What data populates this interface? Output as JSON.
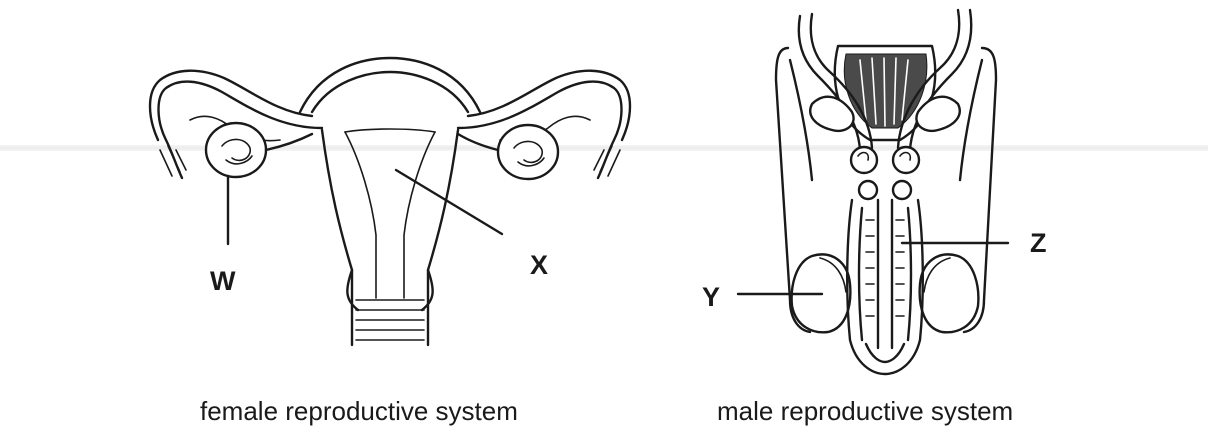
{
  "diagrams": {
    "female": {
      "caption": "female reproductive system",
      "label_w": "W",
      "label_x": "X"
    },
    "male": {
      "caption": "male reproductive system",
      "label_y": "Y",
      "label_z": "Z"
    }
  }
}
